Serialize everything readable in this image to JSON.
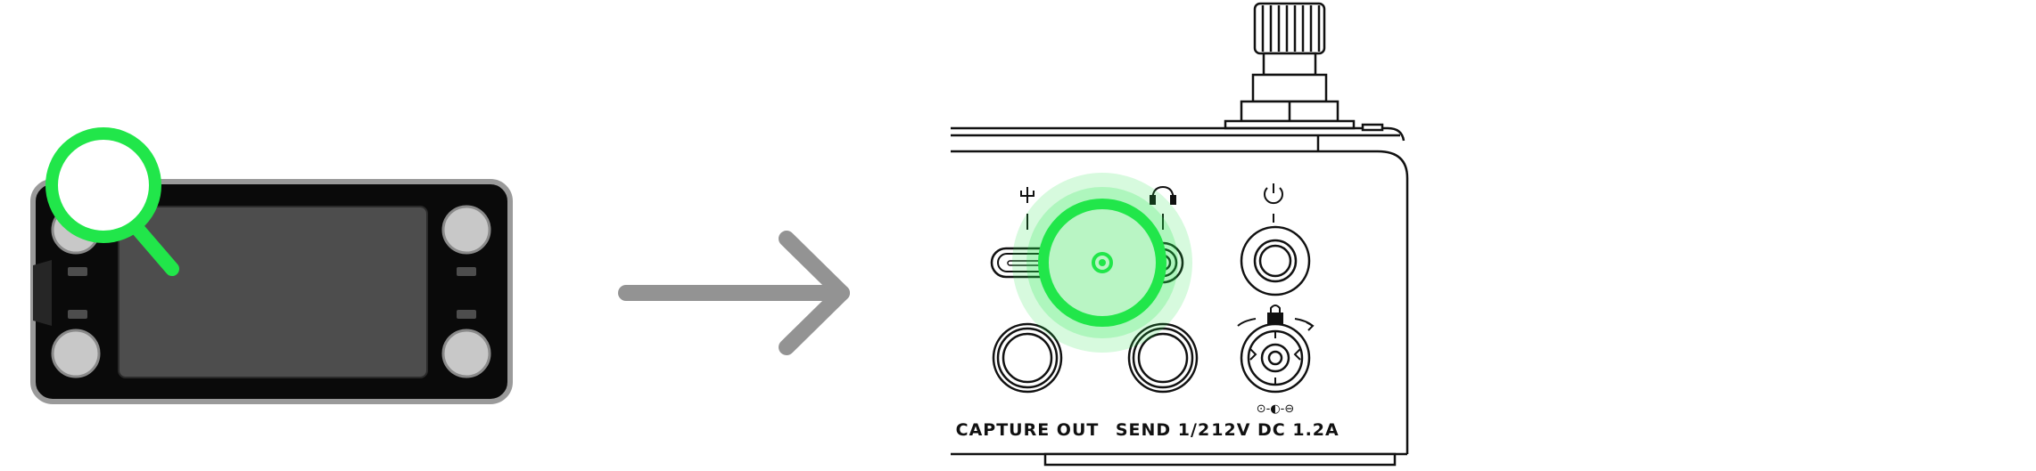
{
  "labels": {
    "capture_out": "CAPTURE OUT",
    "send": "SEND 1/2",
    "power": "12V DC 1.2A",
    "polarity": "⊙-◐-⊖"
  },
  "icons": {
    "magnifier": "magnifier-icon",
    "arrow": "right-arrow-icon",
    "usb": "usb-icon",
    "headphones": "headphones-icon",
    "power": "power-icon",
    "lock": "lock-icon"
  },
  "colors": {
    "device_body": "#0a0a0a",
    "device_border": "#9a9a9a",
    "screen": "#4d4d4d",
    "button": "#c8c8c8",
    "highlight": "#21e64a",
    "highlight_fill": "#b9f5c4",
    "arrow": "#939393",
    "line": "#111111"
  }
}
